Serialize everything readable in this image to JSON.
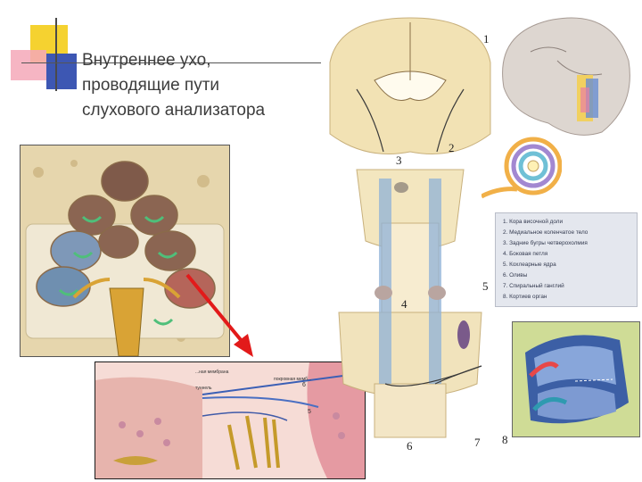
{
  "title": {
    "lines": [
      "Внутреннее ухо,",
      "проводящие пути",
      "слухового анализатора"
    ]
  },
  "legend": {
    "items": [
      "1. Кора височной доли",
      "2. Медиальное коленчатое тело",
      "3. Задние бугры четверохолмия",
      "4. Боковая петля",
      "5. Кохлеарные ядра",
      "6. Оливы",
      "7. Спиральный ганглий",
      "8. Кортиев орган"
    ]
  },
  "number_labels": [
    "1",
    "2",
    "3",
    "4",
    "5",
    "6",
    "7",
    "8"
  ],
  "organ_labels": {
    "membrane_top": "...ная мембрана",
    "membrane_cover": "покровная мемб...",
    "tunnel": "туннель",
    "num_6": "6",
    "num_5": "5"
  },
  "colors": {
    "accent_yellow": "#f5d230",
    "accent_red": "#e8463a",
    "accent_blue": "#3d57b3",
    "frame_dark": "#1a1a1a",
    "arrow_red": "#e21a1a"
  }
}
